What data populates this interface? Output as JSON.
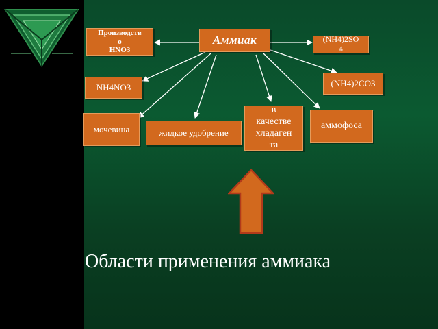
{
  "diagram": {
    "center": "Аммиак",
    "nodes": {
      "hno3_line1": "Производств",
      "hno3_line2": "о",
      "hno3_line3": "HNO3",
      "nh4no3": "NH4NO3",
      "urea": "мочевина",
      "liquid_fertilizer": "жидкое удобрение",
      "refrigerant_line1": "в",
      "refrigerant_line2": "качестве",
      "refrigerant_line3": "хладаген",
      "refrigerant_line4": "та",
      "ammophos": "аммофоса",
      "nh4_2co3": "(NH4)2CO3",
      "nh4_2so4_line1": "(NH4)2SO",
      "nh4_2so4_line2": "4"
    },
    "caption": "Области применения аммиака"
  },
  "colors": {
    "node_fill": "#d2691e",
    "node_border": "#e59b5a",
    "background": "#0b5a31",
    "left_band": "#000000",
    "text": "#ffffff"
  }
}
